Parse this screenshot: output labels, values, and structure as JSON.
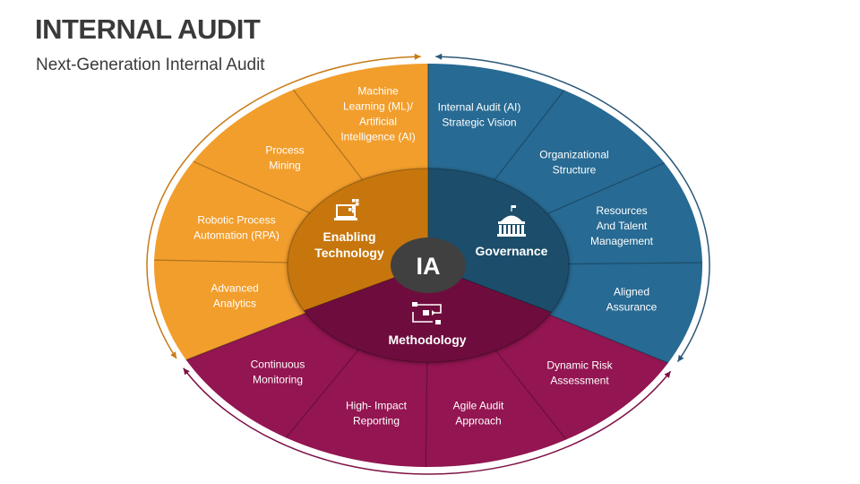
{
  "header": {
    "title": "INTERNAL AUDIT",
    "subtitle": "Next-Generation Internal Audit"
  },
  "center": {
    "label": "IA",
    "color": "#404040"
  },
  "pillars": [
    {
      "name": "Enabling Technology",
      "lines": [
        "Enabling",
        "Technology"
      ],
      "icon": "laptop-icon",
      "color": "#F29E2C",
      "inner_color": "#C7760D",
      "arrow_color": "#C77A16",
      "segments": [
        {
          "lines": [
            "Advanced",
            "Analytics"
          ]
        },
        {
          "lines": [
            "Robotic Process",
            "Automation (RPA)"
          ]
        },
        {
          "lines": [
            "Process",
            "Mining"
          ]
        },
        {
          "lines": [
            "Machine",
            "Learning (ML)/",
            "Artificial",
            "Intelligence (AI)"
          ]
        }
      ]
    },
    {
      "name": "Governance",
      "lines": [
        "Governance"
      ],
      "icon": "government-building-icon",
      "color": "#276A93",
      "inner_color": "#1E4E6B",
      "arrow_color": "#2A5878",
      "segments": [
        {
          "lines": [
            "Internal Audit (AI)",
            "Strategic Vision"
          ]
        },
        {
          "lines": [
            "Organizational",
            "Structure"
          ]
        },
        {
          "lines": [
            "Resources",
            "And Talent",
            "Management"
          ]
        },
        {
          "lines": [
            "Aligned",
            "Assurance"
          ]
        }
      ]
    },
    {
      "name": "Methodology",
      "lines": [
        "Methodology"
      ],
      "icon": "workflow-icon",
      "color": "#931551",
      "inner_color": "#6E0E3D",
      "arrow_color": "#7E1246",
      "segments": [
        {
          "lines": [
            "Dynamic Risk",
            "Assessment"
          ]
        },
        {
          "lines": [
            "Agile Audit",
            "Approach"
          ]
        },
        {
          "lines": [
            "High- Impact",
            "Reporting"
          ]
        },
        {
          "lines": [
            "Continuous",
            "Monitoring"
          ]
        }
      ]
    }
  ]
}
